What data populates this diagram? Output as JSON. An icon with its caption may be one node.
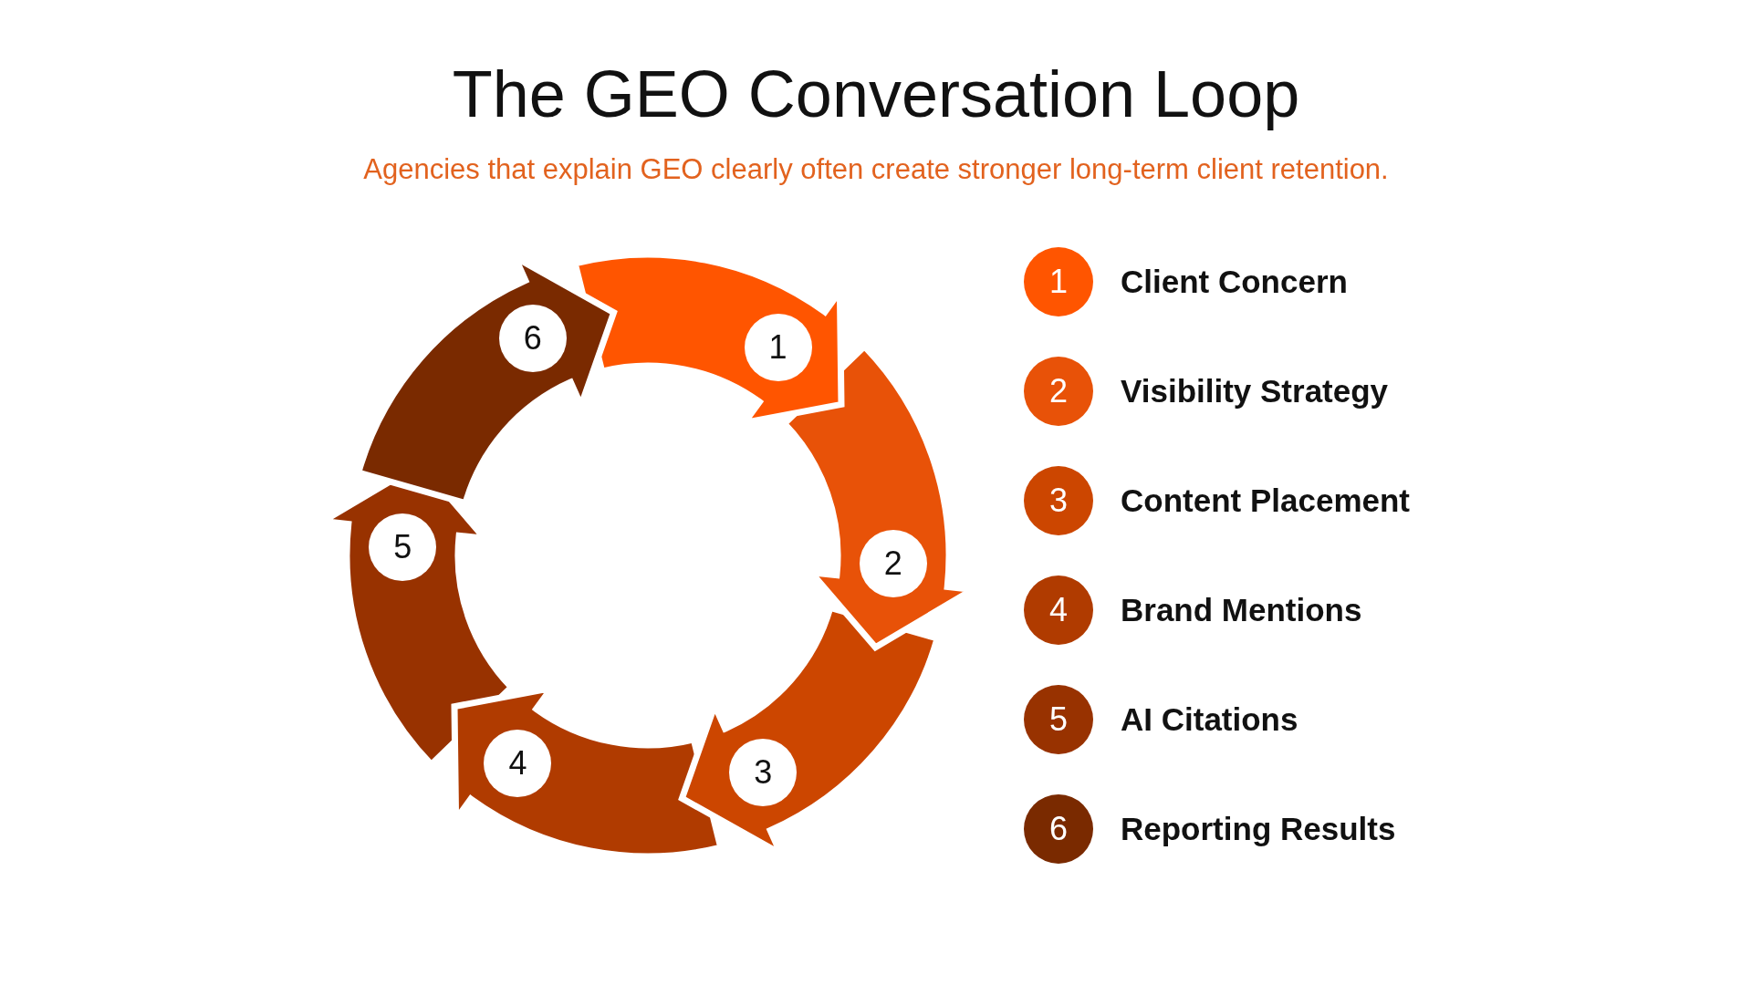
{
  "diagram": {
    "title": "The GEO Conversation Loop",
    "caption": "Agencies that explain GEO clearly often create stronger long-term client retention.",
    "nodes": [
      {
        "text": [
          "1"
        ]
      },
      {
        "text": [
          "2"
        ]
      },
      {
        "text": [
          "3"
        ]
      },
      {
        "text": [
          "4"
        ]
      },
      {
        "text": [
          "5"
        ]
      },
      {
        "text": [
          "6"
        ]
      },
      {
        "text": [
          "1"
        ],
        "beside": [
          "Client Concern"
        ]
      },
      {
        "text": [
          "2"
        ],
        "beside": [
          "Visibility Strategy"
        ]
      },
      {
        "text": [
          "3"
        ],
        "beside": [
          "Content Placement"
        ]
      },
      {
        "text": [
          "4"
        ],
        "beside": [
          "Brand Mentions"
        ]
      },
      {
        "text": [
          "5"
        ],
        "beside": [
          "AI Citations"
        ]
      },
      {
        "text": [
          "6"
        ],
        "beside": [
          "Reporting Results"
        ]
      }
    ],
    "edges": []
  }
}
